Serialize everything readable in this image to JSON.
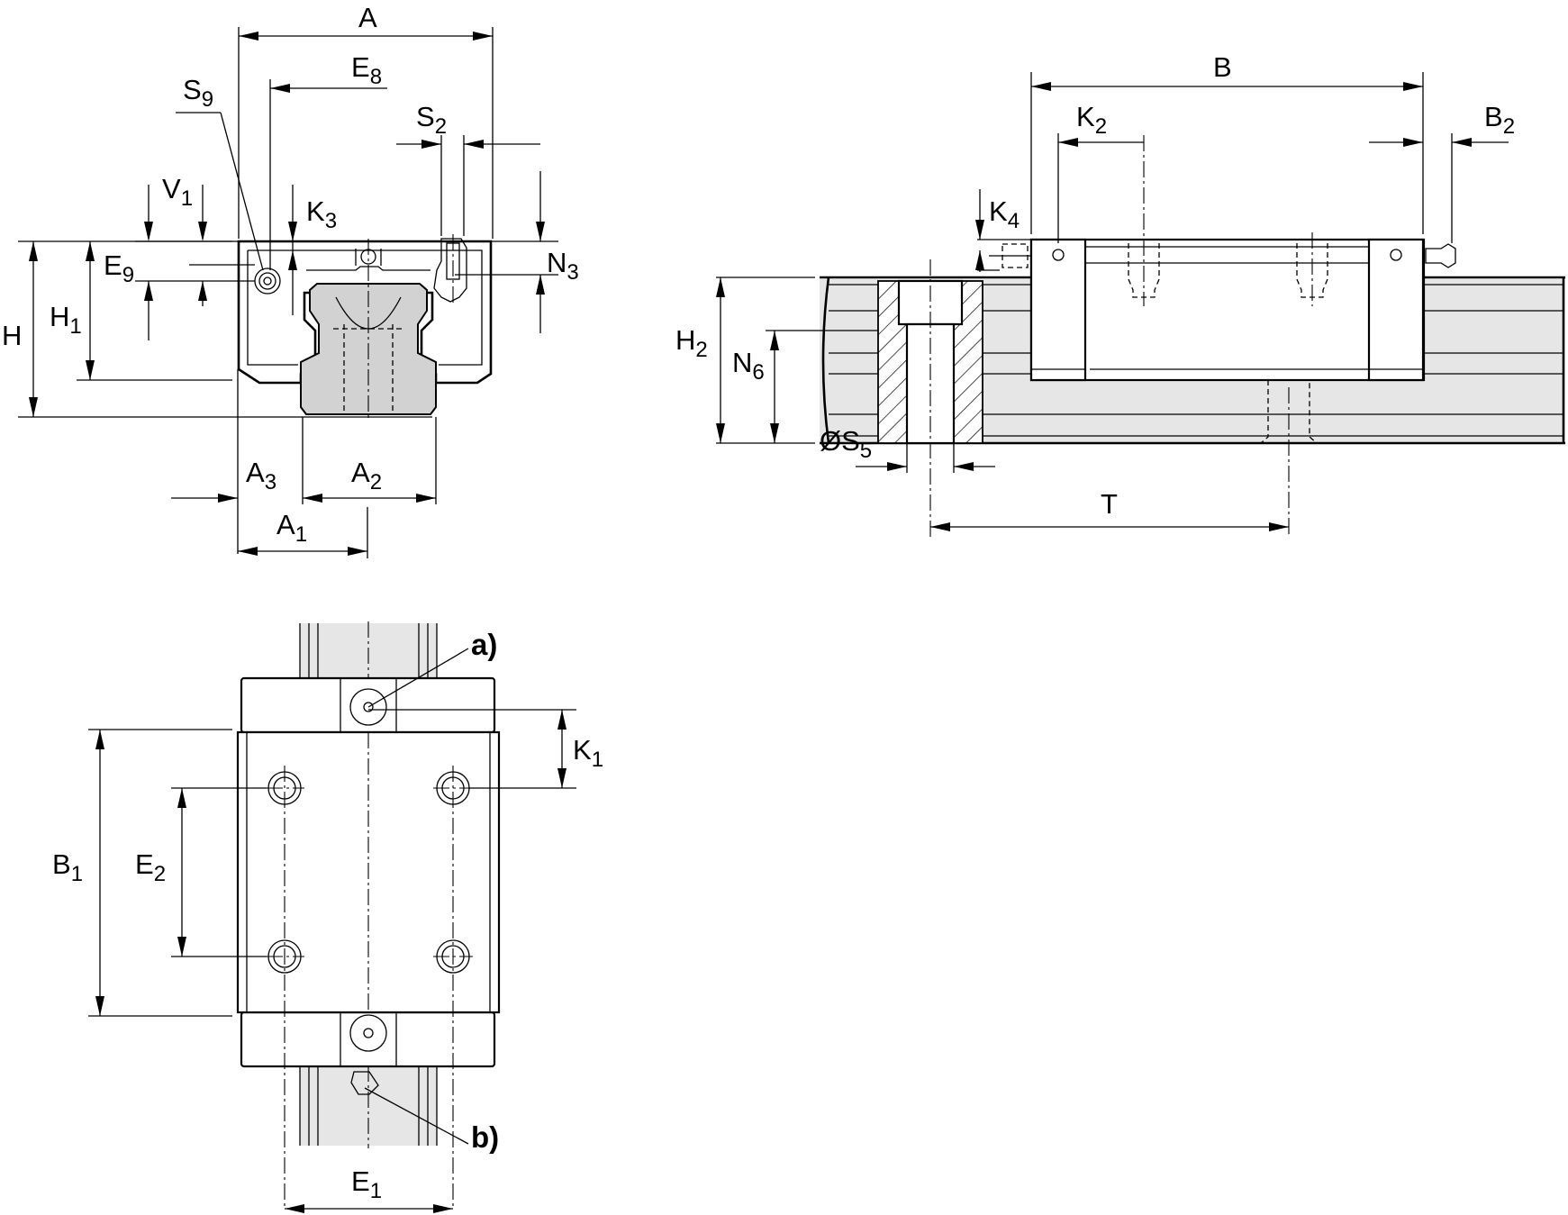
{
  "labels": {
    "A": "A",
    "E8": {
      "main": "E",
      "sub": "8"
    },
    "S9": {
      "main": "S",
      "sub": "9"
    },
    "S2": {
      "main": "S",
      "sub": "2"
    },
    "V1": {
      "main": "V",
      "sub": "1"
    },
    "K3": {
      "main": "K",
      "sub": "3"
    },
    "E9": {
      "main": "E",
      "sub": "9"
    },
    "N3": {
      "main": "N",
      "sub": "3"
    },
    "H": "H",
    "H1": {
      "main": "H",
      "sub": "1"
    },
    "A3": {
      "main": "A",
      "sub": "3"
    },
    "A2": {
      "main": "A",
      "sub": "2"
    },
    "A1": {
      "main": "A",
      "sub": "1"
    },
    "B": "B",
    "K2": {
      "main": "K",
      "sub": "2"
    },
    "B2": {
      "main": "B",
      "sub": "2"
    },
    "K4": {
      "main": "K",
      "sub": "4"
    },
    "H2": {
      "main": "H",
      "sub": "2"
    },
    "N6": {
      "main": "N",
      "sub": "6"
    },
    "S5": {
      "main": "ØS",
      "sub": "5"
    },
    "T": "T",
    "note_a": "a)",
    "note_b": "b)",
    "K1": {
      "main": "K",
      "sub": "1"
    },
    "B1": {
      "main": "B",
      "sub": "1"
    },
    "E2": {
      "main": "E",
      "sub": "2"
    },
    "E1": {
      "main": "E",
      "sub": "1"
    }
  }
}
